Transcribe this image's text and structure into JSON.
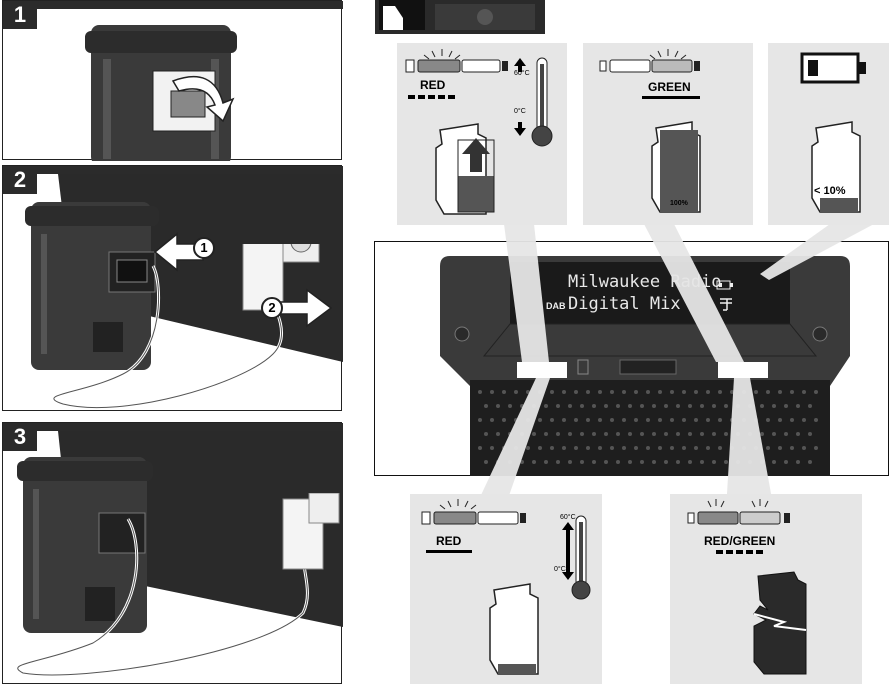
{
  "steps": {
    "step1": "1",
    "step2": "2",
    "step3": "3",
    "callout1": "1",
    "callout2": "2"
  },
  "indicators": {
    "red_top": "RED",
    "green_top": "GREEN",
    "red_bottom": "RED",
    "red_green_bottom": "RED/GREEN",
    "temp_high_top": "60°C",
    "temp_low_top": "0°C",
    "temp_high_bottom": "60°C",
    "temp_low_bottom": "0°C",
    "battery_full_label": "100%",
    "battery_low_label": "< 10%"
  },
  "display": {
    "line1": "Milwaukee Radio",
    "line2": "Digital Mix",
    "dab_badge": "DAB"
  }
}
